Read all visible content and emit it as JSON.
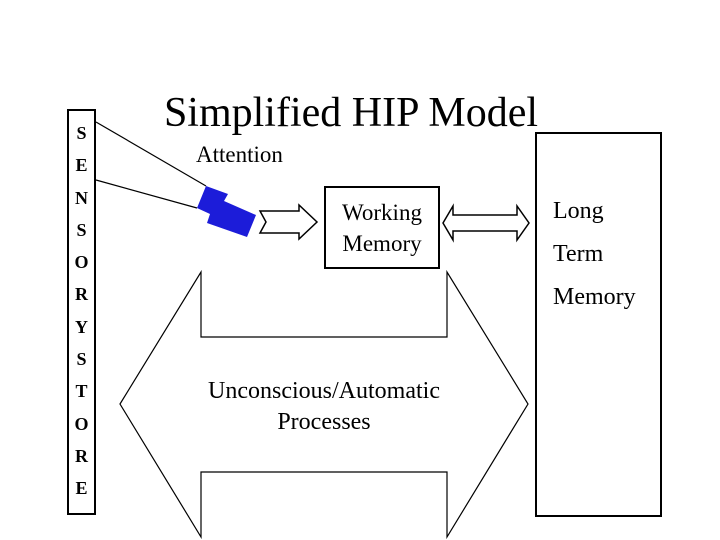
{
  "slide": {
    "title": "Simplified HIP Model",
    "attention": {
      "label": "Attention"
    },
    "sensory_store": {
      "letters": [
        "S",
        "E",
        "N",
        "S",
        "O",
        "R",
        "Y",
        "S",
        "T",
        "O",
        "R",
        "E"
      ]
    },
    "working_memory": {
      "lines": [
        "Working",
        "Memory"
      ]
    },
    "long_term_memory": {
      "lines": [
        "Long",
        "Term",
        "Memory"
      ]
    },
    "processes_arrow": {
      "lines": [
        "Unconscious/Automatic",
        "Processes"
      ]
    },
    "colors": {
      "funnel_blue": "#1c1cd9",
      "outline_black": "#000000",
      "background_white": "#ffffff"
    }
  }
}
